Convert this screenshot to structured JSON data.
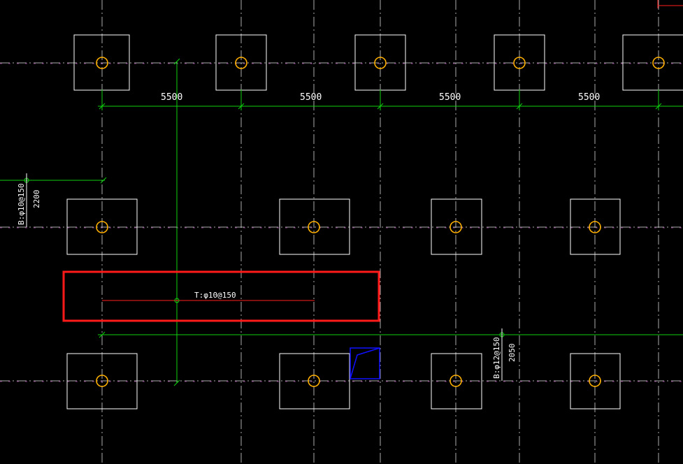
{
  "colors": {
    "background": "#000000",
    "grid": "#e6e6e6",
    "axis_magenta": "#d050d0",
    "column": "#ffffff",
    "pile": "#ffb000",
    "dimension": "#10d010",
    "rebar": "#ff2020",
    "highlight": "#ff1a1a",
    "selection": "#1010ff",
    "text": "#ffffff"
  },
  "dimensions": {
    "span_labels": [
      "5500",
      "5500",
      "5500",
      "5500"
    ],
    "left_strip_width": "2200",
    "right_strip_width": "2050"
  },
  "rebar_labels": {
    "top_bar": "T:φ10@150",
    "left_bottom_bar": "B:φ10@150",
    "right_bottom_bar": "B:φ12@150"
  }
}
